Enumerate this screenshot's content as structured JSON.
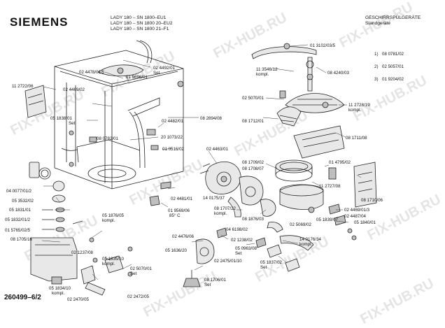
{
  "brand": "SIEMENS",
  "models": [
    "LADY 180 – SN 1800–EU1",
    "LADY 180 – SN 1800 20–EU2",
    "LADY 180 – SN 1800 21–F1"
  ],
  "category": [
    "GESCHIRRSPÜLGERÄTE",
    "Standgeräte"
  ],
  "doc_number": "260499–6/2",
  "notes": [
    {
      "label": "1)",
      "part": "08 0781/02"
    },
    {
      "label": "2)",
      "part": "02 5057/01"
    },
    {
      "label": "3)",
      "part": "01 9204/02"
    }
  ],
  "watermark": "FIX-HUB.RU",
  "parts": {
    "p01": "01 3102/03/5",
    "p02": "11 3546/12",
    "p02b": "kompl.",
    "p03": "08 4240/03",
    "p04": "02 4492/01",
    "p04b": "Set",
    "p05": "02 4478/01/5",
    "p06": "01 9696/01",
    "p07": "02 4469/02",
    "p08": "11 2722/06",
    "p09": "05 1838/01",
    "p09b": "Set",
    "p10": "02 4482/01",
    "p11": "08 2894/08",
    "p12": "02 5070/01",
    "p13": "11 2728/19",
    "p13b": "kompl.",
    "p14": "08 1712/01",
    "p15": "08 1711/08",
    "p16": "08 0782/01",
    "p17": "20 1073/22",
    "p18": "01 0516/02",
    "p19": "02 4463/01",
    "p20": "08 1709/02",
    "p21": "01 4795/02",
    "p22": "08 1708/07",
    "p23": "11 2727/08",
    "p24": "04 0077/01/2",
    "p25": "05 3532/02",
    "p26": "14 0175/37",
    "p27": "02 4481/01",
    "p28": "08 1710/06",
    "p29": "01 9569/06",
    "p29b": "85° C",
    "p30": "08 1707/22",
    "p30b": "kompl.",
    "p31": "02 4469/01/3",
    "p32": "02 4487/04",
    "p33": "05 1840/01",
    "p34": "05 1831/01",
    "p35": "05 1832/01/2",
    "p36": "05 1876/05",
    "p36b": "kompl.",
    "p37": "01 5765/02/5",
    "p38": "08 1876/03",
    "p39": "02 5069/02",
    "p40": "05 1839/07",
    "p41": "14 0176/34",
    "p41b": "kompl.",
    "p42": "08 1705/16",
    "p43": "02 4476/06",
    "p44": "04 6198/02",
    "p45": "02 1238/02",
    "p46": "05 0963/08",
    "p46b": "Set",
    "p47": "05 1636/20",
    "p48": "02 2475/01/10",
    "p49": "05 1837/02",
    "p49b": "Set",
    "p50": "02 1237/08",
    "p51": "05 1835/10",
    "p51b": "kompl.",
    "p52": "02 5070/01",
    "p52b": "Set",
    "p53": "08 1706/01",
    "p53b": "Set",
    "p54": "05 1834/10",
    "p54b": "kompl.",
    "p55": "02 2470/05",
    "p56": "02 2472/05"
  }
}
